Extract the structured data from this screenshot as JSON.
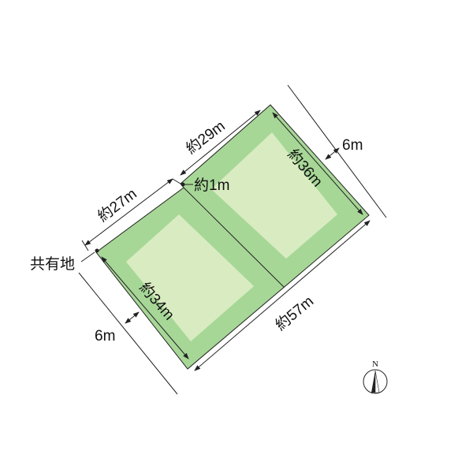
{
  "colors": {
    "lot_border": "#a7d797",
    "lot_inner": "#d9ecc1",
    "line": "#222222"
  },
  "labels": {
    "shared_land": "共有地",
    "left_road_width": "6m",
    "right_road_width": "6m",
    "left_top_length": "約27m",
    "right_top_length": "約29m",
    "offset": "約1m",
    "left_depth": "約34m",
    "right_depth": "約36m",
    "bottom_length": "約57m"
  },
  "compass": {
    "label": "N"
  }
}
